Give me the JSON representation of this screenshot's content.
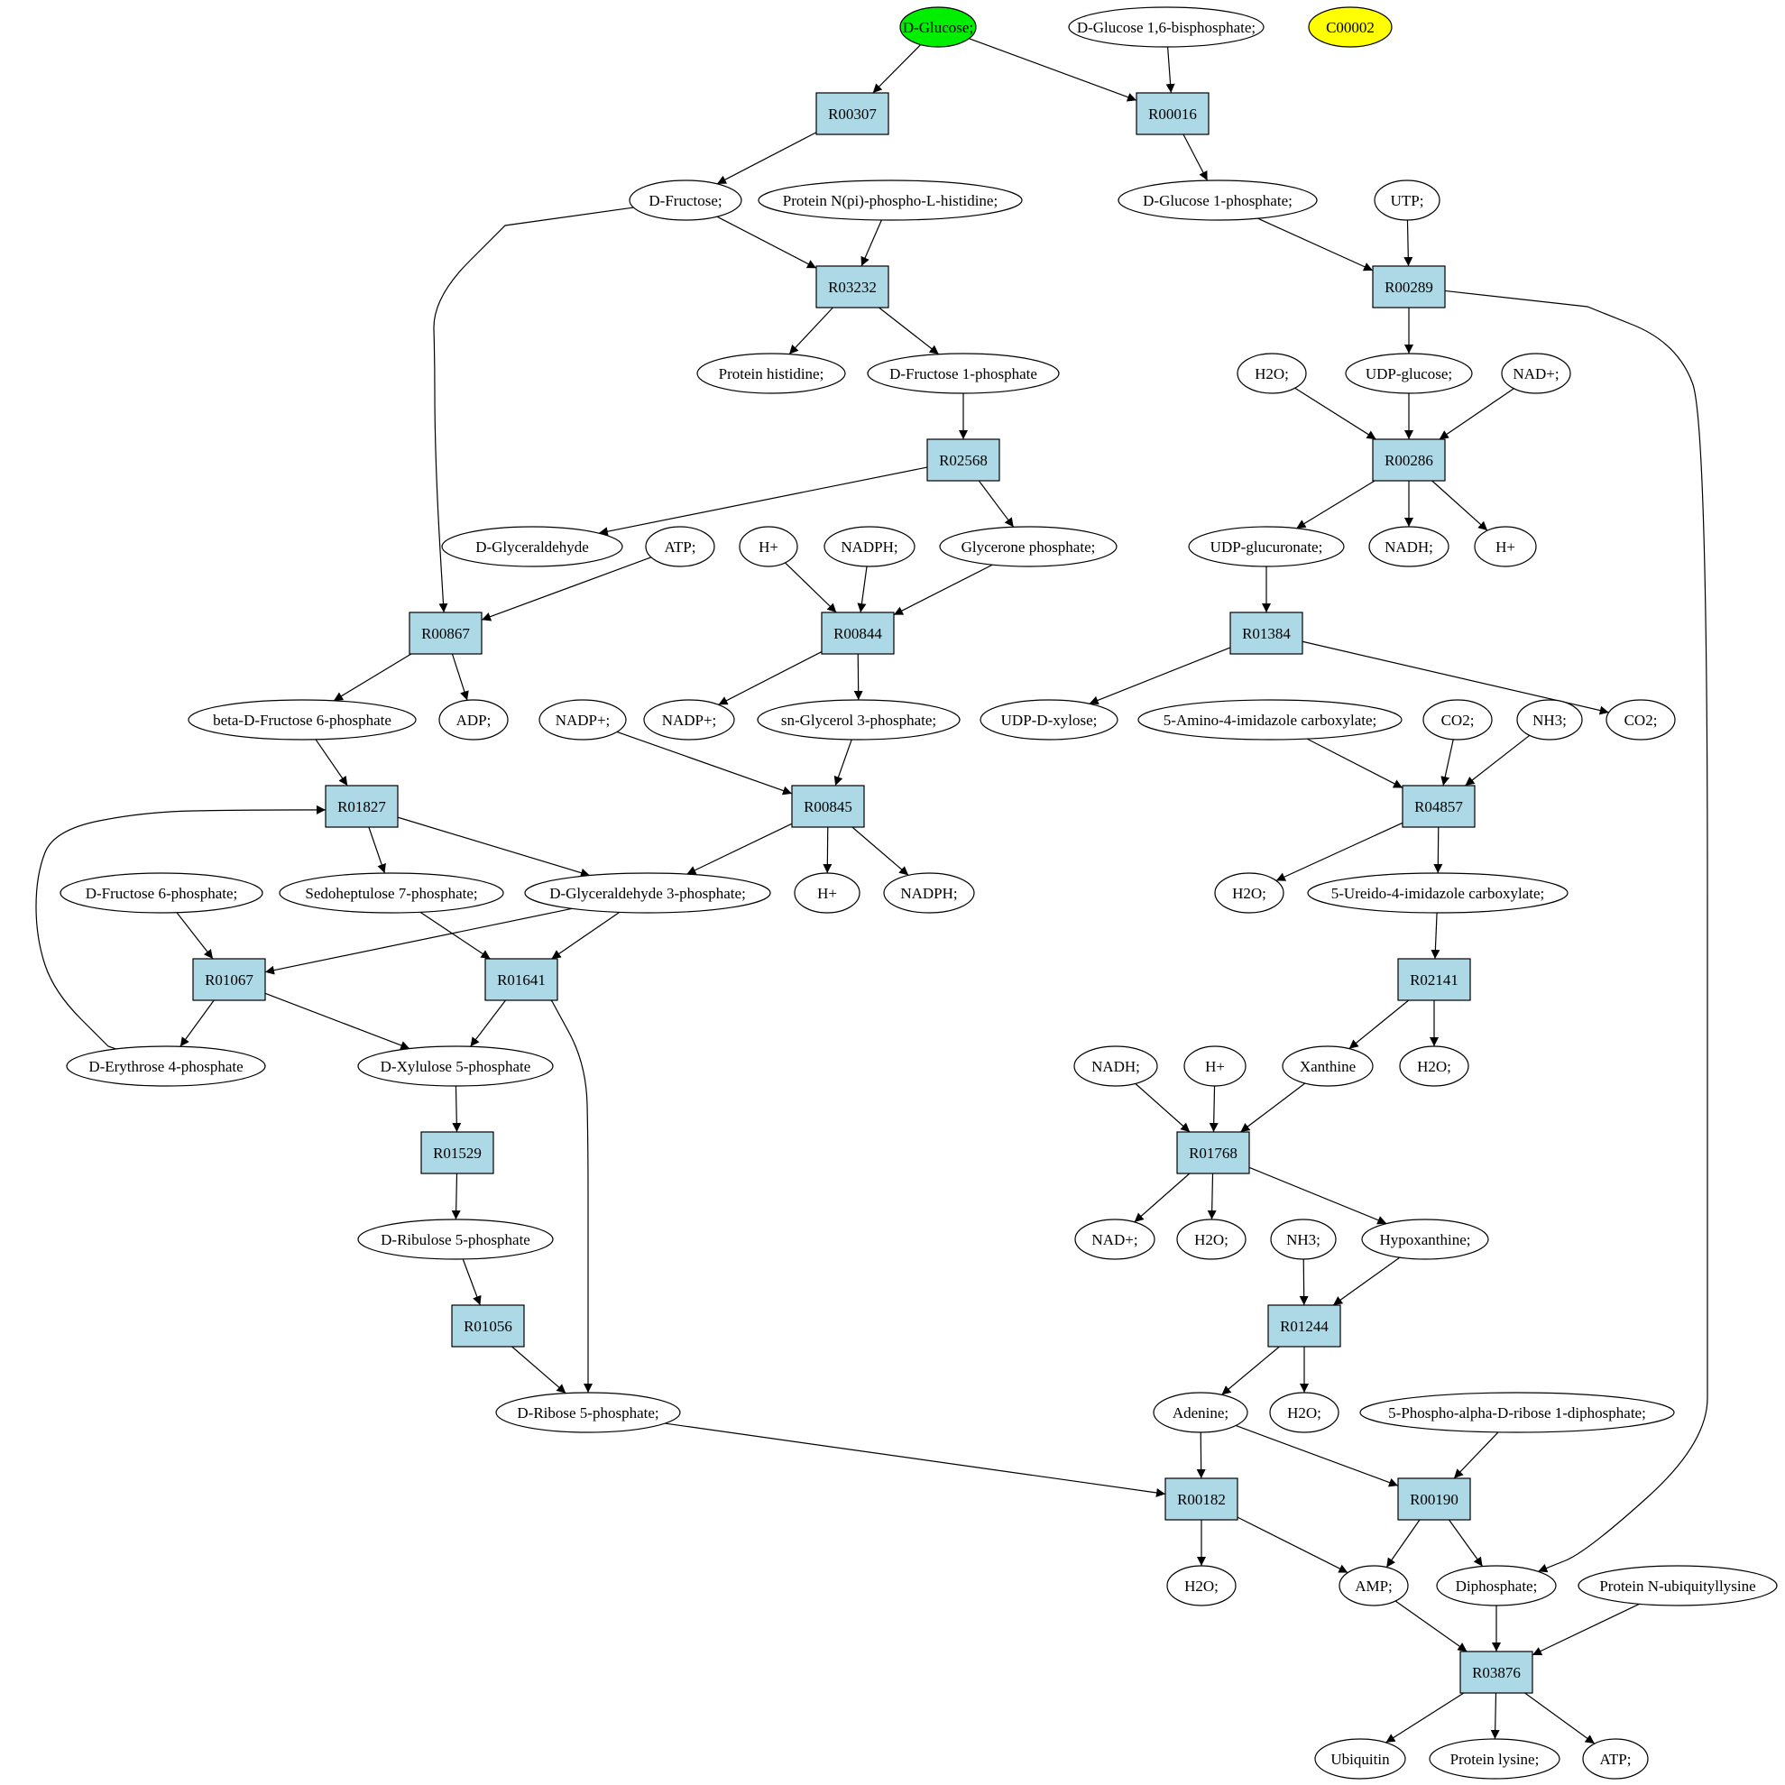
{
  "colors": {
    "reaction_fill": "#add8e6",
    "compound_fill": "#ffffff",
    "start_fill": "#00ee00",
    "highlight_fill": "#ffff00",
    "stroke": "#000000"
  },
  "nodes": [
    {
      "id": "glucose",
      "label": "D-Glucose;",
      "kind": "compound",
      "fill": "start"
    },
    {
      "id": "g16bp",
      "label": "D-Glucose 1,6-bisphosphate;",
      "kind": "compound"
    },
    {
      "id": "c00002",
      "label": "C00002",
      "kind": "compound",
      "fill": "highlight"
    },
    {
      "id": "R00307",
      "label": "R00307",
      "kind": "reaction"
    },
    {
      "id": "R00016",
      "label": "R00016",
      "kind": "reaction"
    },
    {
      "id": "fructose",
      "label": "D-Fructose;",
      "kind": "compound"
    },
    {
      "id": "protnph",
      "label": "Protein N(pi)-phospho-L-histidine;",
      "kind": "compound"
    },
    {
      "id": "g1p",
      "label": "D-Glucose 1-phosphate;",
      "kind": "compound"
    },
    {
      "id": "utp",
      "label": "UTP;",
      "kind": "compound"
    },
    {
      "id": "R03232",
      "label": "R03232",
      "kind": "reaction"
    },
    {
      "id": "R00289",
      "label": "R00289",
      "kind": "reaction"
    },
    {
      "id": "prothis",
      "label": "Protein histidine;",
      "kind": "compound"
    },
    {
      "id": "f1p",
      "label": "D-Fructose 1-phosphate",
      "kind": "compound"
    },
    {
      "id": "h2o_a",
      "label": "H2O;",
      "kind": "compound"
    },
    {
      "id": "udpglc",
      "label": "UDP-glucose;",
      "kind": "compound"
    },
    {
      "id": "nadp_a",
      "label": "NAD+;",
      "kind": "compound"
    },
    {
      "id": "R02568",
      "label": "R02568",
      "kind": "reaction"
    },
    {
      "id": "R00286",
      "label": "R00286",
      "kind": "reaction"
    },
    {
      "id": "glyceraldehyde",
      "label": "D-Glyceraldehyde",
      "kind": "compound"
    },
    {
      "id": "atp_a",
      "label": "ATP;",
      "kind": "compound"
    },
    {
      "id": "hplus_a",
      "label": "H+",
      "kind": "compound"
    },
    {
      "id": "nadph_a",
      "label": "NADPH;",
      "kind": "compound"
    },
    {
      "id": "dhap",
      "label": "Glycerone phosphate;",
      "kind": "compound"
    },
    {
      "id": "udpglcA",
      "label": "UDP-glucuronate;",
      "kind": "compound"
    },
    {
      "id": "nadh_a",
      "label": "NADH;",
      "kind": "compound"
    },
    {
      "id": "hplus_b",
      "label": "H+",
      "kind": "compound"
    },
    {
      "id": "R00867",
      "label": "R00867",
      "kind": "reaction"
    },
    {
      "id": "R00844",
      "label": "R00844",
      "kind": "reaction"
    },
    {
      "id": "R01384",
      "label": "R01384",
      "kind": "reaction"
    },
    {
      "id": "bf6p",
      "label": "beta-D-Fructose 6-phosphate",
      "kind": "compound"
    },
    {
      "id": "adp",
      "label": "ADP;",
      "kind": "compound"
    },
    {
      "id": "nadpp_a",
      "label": "NADP+;",
      "kind": "compound"
    },
    {
      "id": "nadpp_b",
      "label": "NADP+;",
      "kind": "compound"
    },
    {
      "id": "g3p",
      "label": "sn-Glycerol 3-phosphate;",
      "kind": "compound"
    },
    {
      "id": "udpxyl",
      "label": "UDP-D-xylose;",
      "kind": "compound"
    },
    {
      "id": "aica",
      "label": "5-Amino-4-imidazole carboxylate;",
      "kind": "compound"
    },
    {
      "id": "co2_a",
      "label": "CO2;",
      "kind": "compound"
    },
    {
      "id": "nh3_a",
      "label": "NH3;",
      "kind": "compound"
    },
    {
      "id": "co2_b",
      "label": "CO2;",
      "kind": "compound"
    },
    {
      "id": "R01827",
      "label": "R01827",
      "kind": "reaction"
    },
    {
      "id": "R00845",
      "label": "R00845",
      "kind": "reaction"
    },
    {
      "id": "R04857",
      "label": "R04857",
      "kind": "reaction"
    },
    {
      "id": "f6p",
      "label": "D-Fructose 6-phosphate;",
      "kind": "compound"
    },
    {
      "id": "s7p",
      "label": "Sedoheptulose 7-phosphate;",
      "kind": "compound"
    },
    {
      "id": "gap",
      "label": "D-Glyceraldehyde 3-phosphate;",
      "kind": "compound"
    },
    {
      "id": "hplus_c",
      "label": "H+",
      "kind": "compound"
    },
    {
      "id": "nadph_b",
      "label": "NADPH;",
      "kind": "compound"
    },
    {
      "id": "h2o_b",
      "label": "H2O;",
      "kind": "compound"
    },
    {
      "id": "uica",
      "label": "5-Ureido-4-imidazole carboxylate;",
      "kind": "compound"
    },
    {
      "id": "R01067",
      "label": "R01067",
      "kind": "reaction"
    },
    {
      "id": "R01641",
      "label": "R01641",
      "kind": "reaction"
    },
    {
      "id": "R02141",
      "label": "R02141",
      "kind": "reaction"
    },
    {
      "id": "e4p",
      "label": "D-Erythrose 4-phosphate",
      "kind": "compound"
    },
    {
      "id": "x5p",
      "label": "D-Xylulose 5-phosphate",
      "kind": "compound"
    },
    {
      "id": "nadh_b",
      "label": "NADH;",
      "kind": "compound"
    },
    {
      "id": "hplus_d",
      "label": "H+",
      "kind": "compound"
    },
    {
      "id": "xanthine",
      "label": "Xanthine",
      "kind": "compound"
    },
    {
      "id": "h2o_c",
      "label": "H2O;",
      "kind": "compound"
    },
    {
      "id": "R01529",
      "label": "R01529",
      "kind": "reaction"
    },
    {
      "id": "R01768",
      "label": "R01768",
      "kind": "reaction"
    },
    {
      "id": "ru5p",
      "label": "D-Ribulose 5-phosphate",
      "kind": "compound"
    },
    {
      "id": "nadp_b",
      "label": "NAD+;",
      "kind": "compound"
    },
    {
      "id": "h2o_d",
      "label": "H2O;",
      "kind": "compound"
    },
    {
      "id": "nh3_b",
      "label": "NH3;",
      "kind": "compound"
    },
    {
      "id": "hypox",
      "label": "Hypoxanthine;",
      "kind": "compound"
    },
    {
      "id": "R01056",
      "label": "R01056",
      "kind": "reaction"
    },
    {
      "id": "R01244",
      "label": "R01244",
      "kind": "reaction"
    },
    {
      "id": "r5p",
      "label": "D-Ribose 5-phosphate;",
      "kind": "compound"
    },
    {
      "id": "adenine",
      "label": "Adenine;",
      "kind": "compound"
    },
    {
      "id": "h2o_e",
      "label": "H2O;",
      "kind": "compound"
    },
    {
      "id": "prpp",
      "label": "5-Phospho-alpha-D-ribose 1-diphosphate;",
      "kind": "compound"
    },
    {
      "id": "R00182",
      "label": "R00182",
      "kind": "reaction"
    },
    {
      "id": "R00190",
      "label": "R00190",
      "kind": "reaction"
    },
    {
      "id": "h2o_f",
      "label": "H2O;",
      "kind": "compound"
    },
    {
      "id": "amp",
      "label": "AMP;",
      "kind": "compound"
    },
    {
      "id": "ppi",
      "label": "Diphosphate;",
      "kind": "compound"
    },
    {
      "id": "protubq",
      "label": "Protein N-ubiquityllysine",
      "kind": "compound"
    },
    {
      "id": "R03876",
      "label": "R03876",
      "kind": "reaction"
    },
    {
      "id": "ubiquitin",
      "label": "Ubiquitin",
      "kind": "compound"
    },
    {
      "id": "protlys",
      "label": "Protein lysine;",
      "kind": "compound"
    },
    {
      "id": "atp_b",
      "label": "ATP;",
      "kind": "compound"
    }
  ],
  "edges": [
    [
      "glucose",
      "R00307"
    ],
    [
      "glucose",
      "R00016"
    ],
    [
      "g16bp",
      "R00016"
    ],
    [
      "R00307",
      "fructose"
    ],
    [
      "R00016",
      "g1p"
    ],
    [
      "fructose",
      "R03232"
    ],
    [
      "protnph",
      "R03232"
    ],
    [
      "fructose",
      "R00867"
    ],
    [
      "g1p",
      "R00289"
    ],
    [
      "utp",
      "R00289"
    ],
    [
      "R03232",
      "prothis"
    ],
    [
      "R03232",
      "f1p"
    ],
    [
      "R00289",
      "udpglc"
    ],
    [
      "R00289",
      "ppi"
    ],
    [
      "f1p",
      "R02568"
    ],
    [
      "h2o_a",
      "R00286"
    ],
    [
      "udpglc",
      "R00286"
    ],
    [
      "nadp_a",
      "R00286"
    ],
    [
      "R02568",
      "glyceraldehyde"
    ],
    [
      "R02568",
      "dhap"
    ],
    [
      "R00286",
      "udpglcA"
    ],
    [
      "R00286",
      "nadh_a"
    ],
    [
      "R00286",
      "hplus_b"
    ],
    [
      "atp_a",
      "R00867"
    ],
    [
      "hplus_a",
      "R00844"
    ],
    [
      "nadph_a",
      "R00844"
    ],
    [
      "dhap",
      "R00844"
    ],
    [
      "udpglcA",
      "R01384"
    ],
    [
      "R00867",
      "bf6p"
    ],
    [
      "R00867",
      "adp"
    ],
    [
      "R00844",
      "nadpp_b"
    ],
    [
      "R00844",
      "g3p"
    ],
    [
      "R01384",
      "udpxyl"
    ],
    [
      "R01384",
      "co2_b"
    ],
    [
      "bf6p",
      "R01827"
    ],
    [
      "e4p",
      "R01827"
    ],
    [
      "nadpp_a",
      "R00845"
    ],
    [
      "g3p",
      "R00845"
    ],
    [
      "aica",
      "R04857"
    ],
    [
      "co2_a",
      "R04857"
    ],
    [
      "nh3_a",
      "R04857"
    ],
    [
      "R01827",
      "s7p"
    ],
    [
      "R01827",
      "gap"
    ],
    [
      "R00845",
      "gap"
    ],
    [
      "R00845",
      "hplus_c"
    ],
    [
      "R00845",
      "nadph_b"
    ],
    [
      "R04857",
      "h2o_b"
    ],
    [
      "R04857",
      "uica"
    ],
    [
      "f6p",
      "R01067"
    ],
    [
      "gap",
      "R01067"
    ],
    [
      "s7p",
      "R01641"
    ],
    [
      "gap",
      "R01641"
    ],
    [
      "uica",
      "R02141"
    ],
    [
      "R01067",
      "e4p"
    ],
    [
      "R01067",
      "x5p"
    ],
    [
      "R01641",
      "x5p"
    ],
    [
      "R01641",
      "r5p"
    ],
    [
      "R02141",
      "xanthine"
    ],
    [
      "R02141",
      "h2o_c"
    ],
    [
      "x5p",
      "R01529"
    ],
    [
      "nadh_b",
      "R01768"
    ],
    [
      "hplus_d",
      "R01768"
    ],
    [
      "xanthine",
      "R01768"
    ],
    [
      "R01529",
      "ru5p"
    ],
    [
      "R01768",
      "nadp_b"
    ],
    [
      "R01768",
      "h2o_d"
    ],
    [
      "R01768",
      "hypox"
    ],
    [
      "ru5p",
      "R01056"
    ],
    [
      "nh3_b",
      "R01244"
    ],
    [
      "hypox",
      "R01244"
    ],
    [
      "R01056",
      "r5p"
    ],
    [
      "R01244",
      "adenine"
    ],
    [
      "R01244",
      "h2o_e"
    ],
    [
      "r5p",
      "R00182"
    ],
    [
      "adenine",
      "R00182"
    ],
    [
      "adenine",
      "R00190"
    ],
    [
      "prpp",
      "R00190"
    ],
    [
      "R00182",
      "h2o_f"
    ],
    [
      "R00182",
      "amp"
    ],
    [
      "R00190",
      "amp"
    ],
    [
      "R00190",
      "ppi"
    ],
    [
      "amp",
      "R03876"
    ],
    [
      "ppi",
      "R03876"
    ],
    [
      "protubq",
      "R03876"
    ],
    [
      "R03876",
      "ubiquitin"
    ],
    [
      "R03876",
      "protlys"
    ],
    [
      "R03876",
      "atp_b"
    ]
  ]
}
